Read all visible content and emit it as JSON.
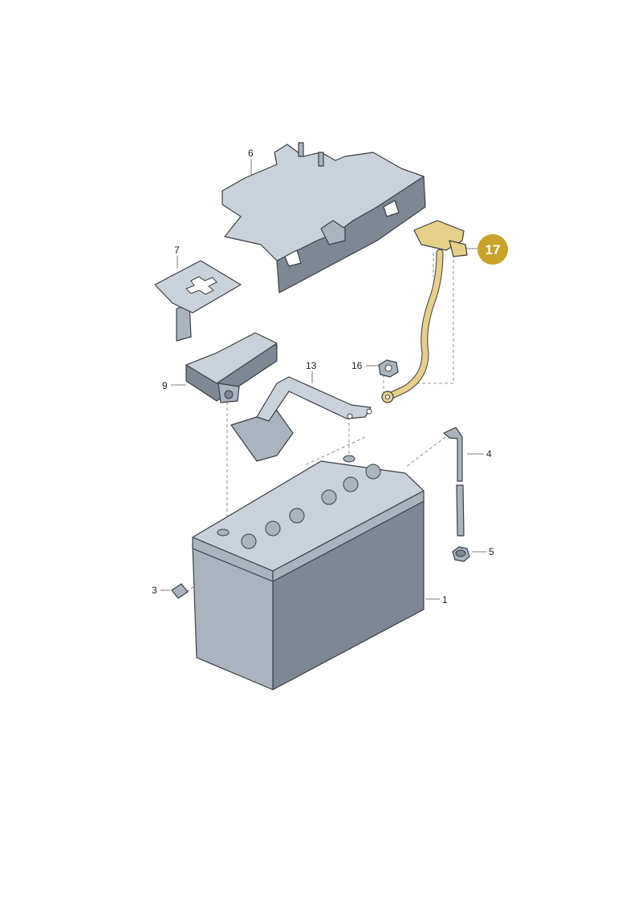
{
  "diagram": {
    "callouts": [
      {
        "id": "label-6",
        "text": "6"
      },
      {
        "id": "label-7",
        "text": "7"
      },
      {
        "id": "label-9",
        "text": "9"
      },
      {
        "id": "label-13",
        "text": "13"
      },
      {
        "id": "label-16",
        "text": "16"
      },
      {
        "id": "label-4",
        "text": "4"
      },
      {
        "id": "label-5",
        "text": "5"
      },
      {
        "id": "label-3",
        "text": "3"
      },
      {
        "id": "label-1",
        "text": "1"
      }
    ],
    "highlight": {
      "text": "17",
      "color": "#c9a227"
    },
    "colors": {
      "part_fill": "#c9d2da",
      "part_dark": "#7d8894",
      "part_mid": "#a9b4be",
      "highlight_part": "#e6cf88",
      "outline": "#3a3f45"
    }
  }
}
